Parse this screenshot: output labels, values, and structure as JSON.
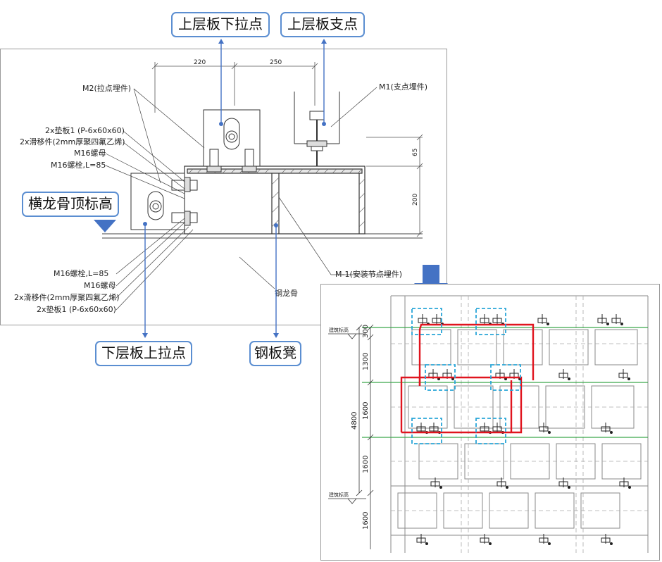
{
  "callouts": {
    "upper_pull_point": "上层板下拉点",
    "upper_support_point": "上层板支点",
    "transverse_top_elev": "横龙骨顶标高",
    "lower_pull_point": "下层板上拉点",
    "steel_stool": "钢板凳"
  },
  "detail": {
    "dim_220": "220",
    "dim_250": "250",
    "dim_65": "65",
    "dim_200": "200",
    "m2_label": "M2(拉点埋件)",
    "m1_label": "M1(支点埋件)",
    "upper_labels": [
      "2x垫板1 (P-6x60x60)",
      "2x滑移件(2mm厚聚四氟乙烯)",
      "M16螺母",
      "M16螺栓,L=85"
    ],
    "lower_labels": [
      "M16螺栓,L=85",
      "M16螺母",
      "2x滑移件(2mm厚聚四氟乙烯)",
      "2x垫板1 (P-6x60x60)"
    ],
    "m1_install_label": "M-1(安装节点埋件)",
    "steel_keel_label": "钢龙骨"
  },
  "elevation": {
    "floor_label_top": "建筑标高",
    "floor_label_bottom": "建筑标高",
    "dims": [
      "300",
      "1300",
      "1600",
      "1600",
      "1600"
    ],
    "total_dim": "4800"
  },
  "colors": {
    "callout_border": "#5b8ed1",
    "arrow_fill": "#4472c4",
    "pointer_line": "#4472c4",
    "red_path": "#e0141e",
    "cyan_box": "#2aa6d8",
    "green_line": "#3aa84a"
  }
}
